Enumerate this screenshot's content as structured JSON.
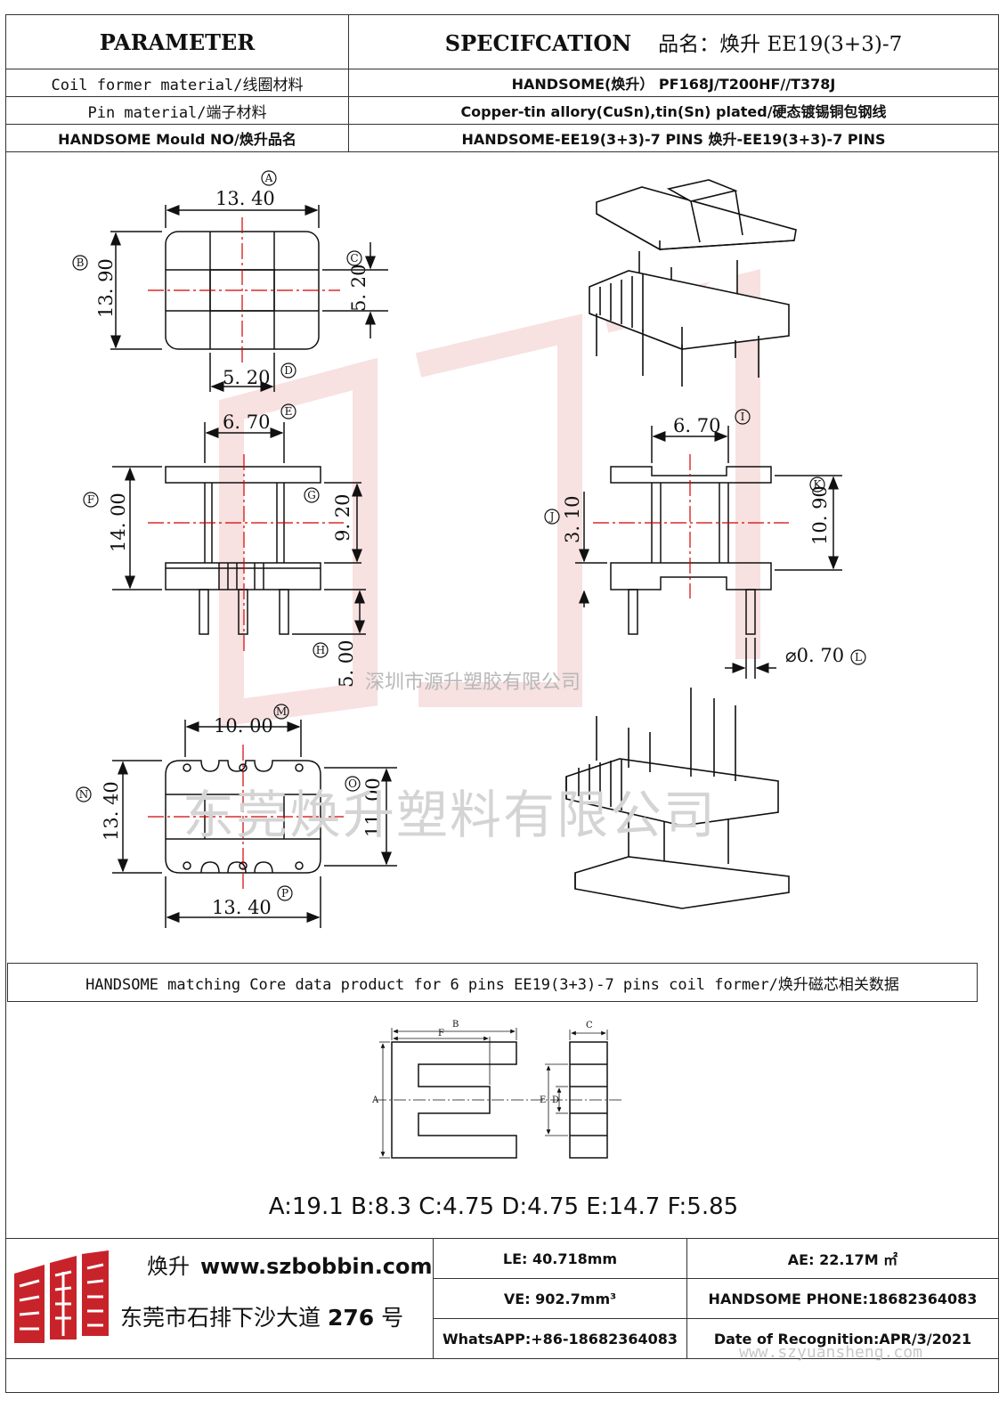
{
  "header": {
    "parameter": "PARAMETER",
    "specification": "SPECIFCATION",
    "product_name": "品名：焕升 EE19(3+3)-7"
  },
  "rows": [
    {
      "label": "Coil former material/线圈材料",
      "value": "HANDSOME(焕升）  PF168J/T200HF//T378J"
    },
    {
      "label": "Pin material/端子材料",
      "value": "Copper-tin allory(CuSn),tin(Sn) plated/硬态镀锡铜包钢线"
    },
    {
      "label": "HANDSOME Mould NO/焕升品名",
      "value": "HANDSOME-EE19(3+3)-7 PINS    焕升-EE19(3+3)-7 PINS"
    }
  ],
  "dimensions": {
    "A": "13. 40",
    "B": "13. 90",
    "C": "5. 20",
    "D": "5. 20",
    "E": "6. 70",
    "F": "14. 00",
    "G": "9. 20",
    "H": "5. 00",
    "I": "6. 70",
    "J": "3. 10",
    "K": "10. 90",
    "L": "⌀0. 70",
    "M": "10. 00",
    "N": "13. 40",
    "O": "11. 00",
    "P": "13. 40"
  },
  "watermarks": {
    "shenzhen": "深圳市源升塑胶有限公司",
    "dongguan": "东莞焕升塑料有限公司",
    "url": "www.szyuansheng.com"
  },
  "core": {
    "title": "HANDSOME matching Core data  product for 6 pins EE19(3+3)-7 pins coil former/焕升磁芯相关数据",
    "values": "A:19.1 B:8.3 C:4.75 D:4.75 E:14.7 F:5.85",
    "labels": {
      "A": "A",
      "B": "B",
      "C": "C",
      "D": "D",
      "E": "E",
      "F": "F"
    }
  },
  "footer": {
    "brand_cn": "焕升",
    "website": "www.szbobbin.com",
    "address_prefix": "东莞市石排下沙大道",
    "address_no": "276",
    "address_suffix": "号",
    "le": "LE:    40.718mm",
    "ae": "AE: 22.17M ㎡",
    "ve": "VE:    902.7mm³",
    "phone": "HANDSOME PHONE:18682364083",
    "whatsapp": "WhatsAPP:+86-18682364083",
    "date": "Date of Recognition:APR/3/2021"
  },
  "colors": {
    "line": "#111111",
    "center": "#d40000",
    "logo": "#c8232a"
  }
}
